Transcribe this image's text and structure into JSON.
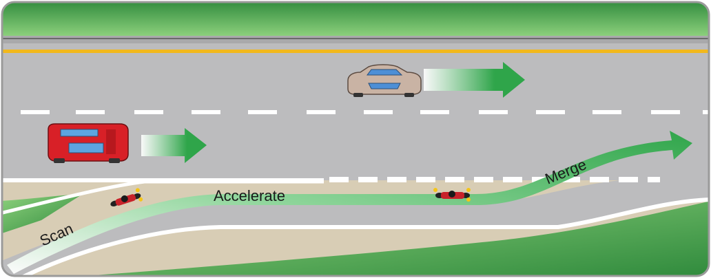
{
  "labels": {
    "scan": "Scan",
    "accelerate": "Accelerate",
    "merge": "Merge"
  },
  "colors": {
    "grass_dark": "#2f8a3c",
    "grass_light": "#7cc576",
    "road": "#b9b9bb",
    "yellow_line": "#f2b81c",
    "white_line": "#ffffff",
    "arrow_green": "#2fa54a",
    "gravel": "#d8cdb5",
    "frame": "#9a9a9a"
  },
  "icons": {
    "red_suv": "red-suv-icon",
    "silver_sedan": "silver-sedan-icon",
    "motorcycle": "motorcycle-icon"
  }
}
